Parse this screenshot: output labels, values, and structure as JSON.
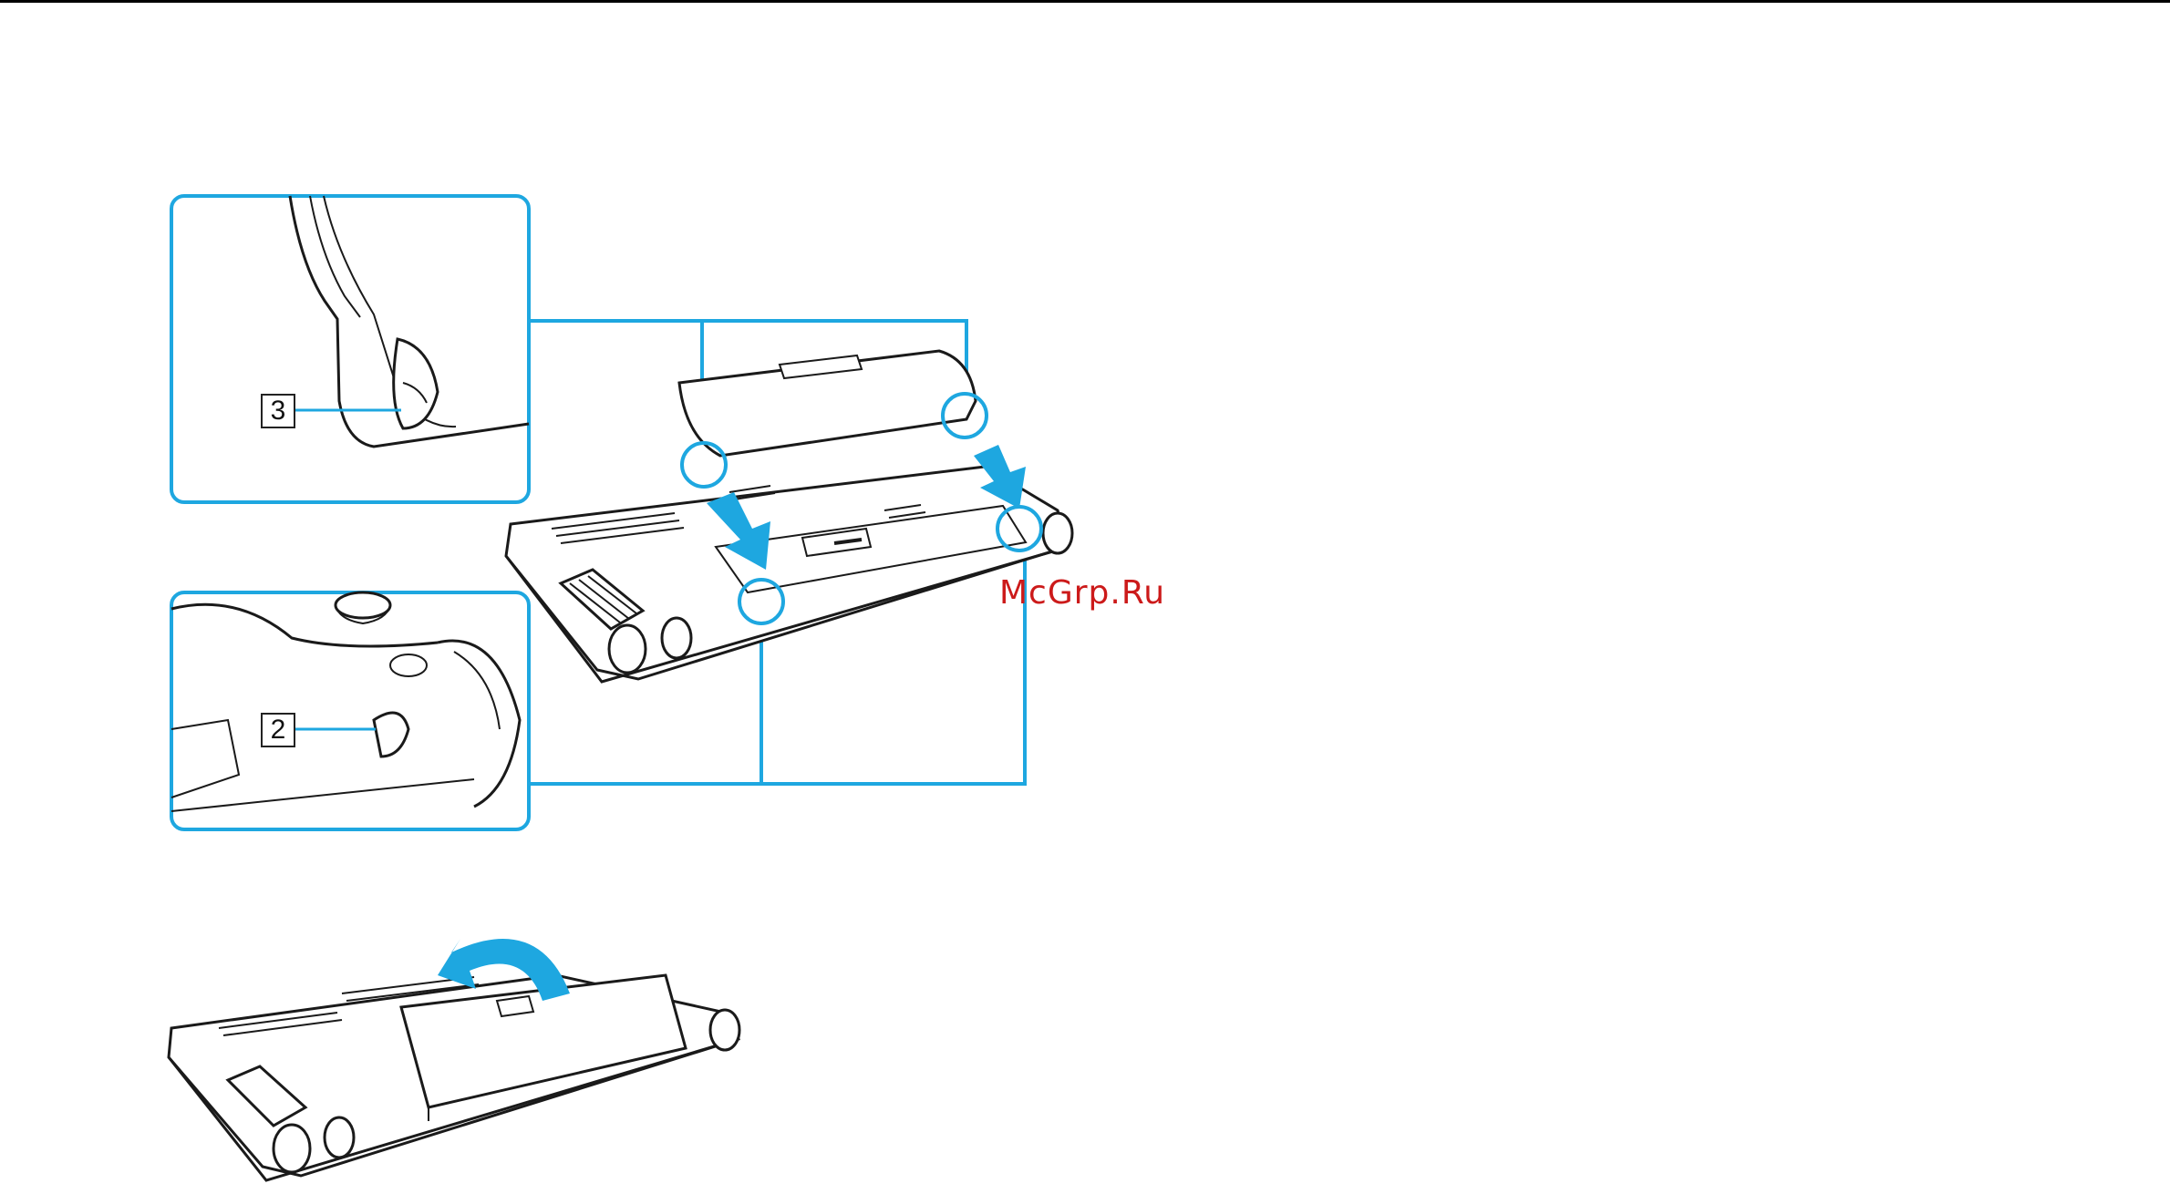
{
  "figure": {
    "callouts": [
      {
        "id": "3",
        "label": "3"
      },
      {
        "id": "2",
        "label": "2"
      }
    ],
    "watermark": "McGrp.Ru",
    "colors": {
      "accent": "#1ea7e0",
      "line": "#1a1a1a",
      "background": "#ffffff"
    },
    "icons": [
      "arrow-down-icon",
      "rotate-arrow-icon"
    ]
  }
}
